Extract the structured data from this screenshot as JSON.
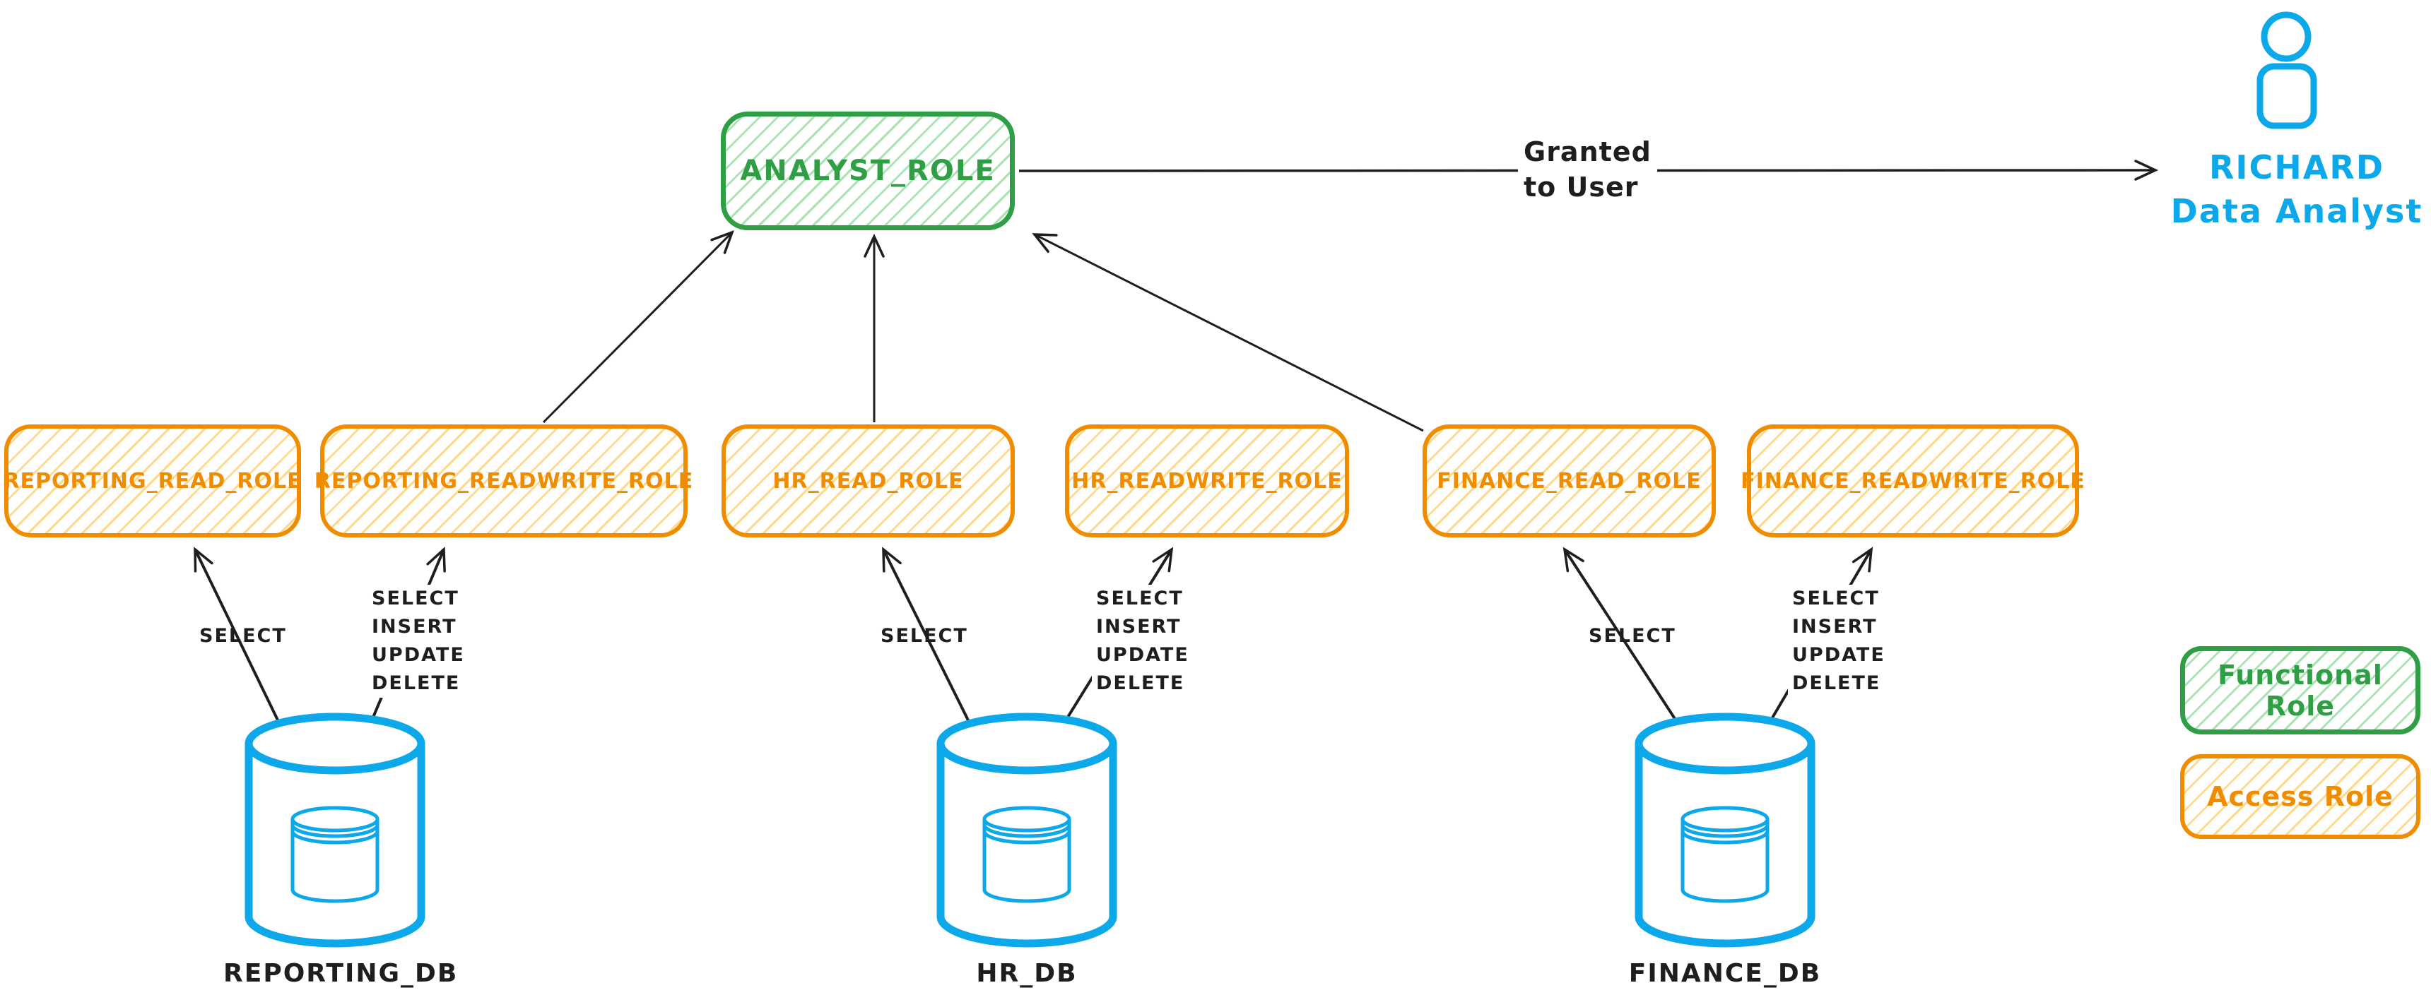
{
  "diagram_title": "Role hierarchy diagram",
  "colors": {
    "functional_role_green": "#2f9e44",
    "functional_hatch": "#a9e3b4",
    "access_role_orange": "#f08c00",
    "access_hatch": "#ffd98c",
    "database_blue": "#0ca8ea",
    "ink_black": "#1e1e1e"
  },
  "functional_role": {
    "label": "ANALYST_ROLE"
  },
  "access_roles": [
    {
      "label": "REPORTING_READ_ROLE"
    },
    {
      "label": "REPORTING_READWRITE_ROLE"
    },
    {
      "label": "HR_READ_ROLE"
    },
    {
      "label": "HR_READWRITE_ROLE"
    },
    {
      "label": "FINANCE_READ_ROLE"
    },
    {
      "label": "FINANCE_READWRITE_ROLE"
    }
  ],
  "databases": [
    {
      "label": "REPORTING_DB"
    },
    {
      "label": "HR_DB"
    },
    {
      "label": "FINANCE_DB"
    }
  ],
  "user": {
    "name": "RICHARD",
    "title": "Data Analyst"
  },
  "edges": {
    "granted_line1": "Granted",
    "granted_line2": "to User",
    "select_label": "SELECT",
    "privileges": [
      "SELECT",
      "INSERT",
      "UPDATE",
      "DELETE"
    ]
  },
  "legend": [
    {
      "label": "Functional Role",
      "color": "#2f9e44"
    },
    {
      "label": "Access Role",
      "color": "#f08c00"
    }
  ]
}
